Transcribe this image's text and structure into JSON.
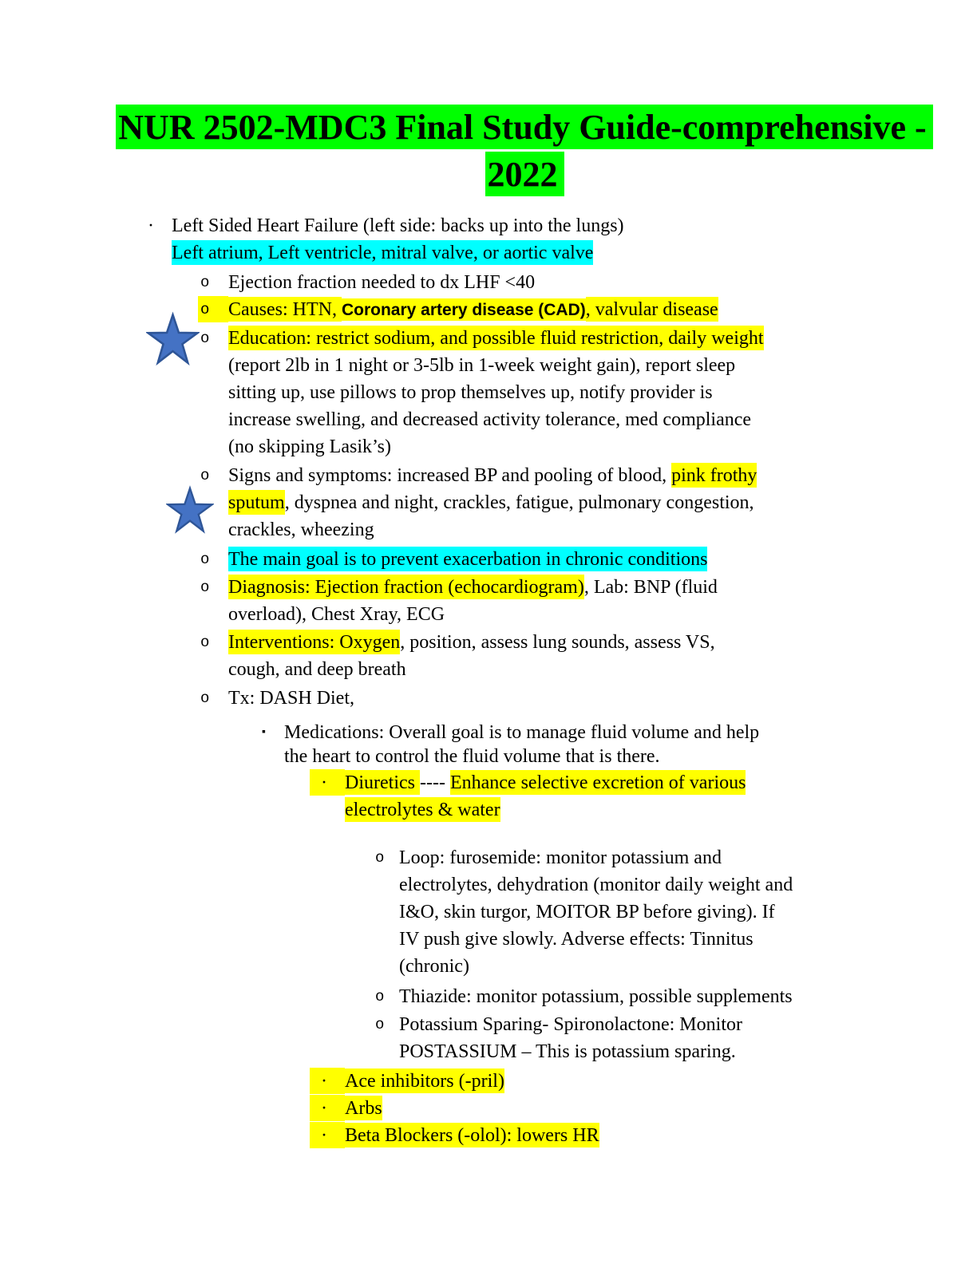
{
  "title": {
    "line1": "NUR 2502-MDC3 Final Study Guide-comprehensive -",
    "line2": "2022"
  },
  "colors": {
    "title_highlight": "#00ff00",
    "yellow_highlight": "#ffff00",
    "cyan_highlight": "#00ffff",
    "star_fill": "#4472c4",
    "star_border": "#2e5597",
    "text": "#000000",
    "page_background": "#ffffff"
  },
  "icons": {
    "star": "star-icon",
    "level1_bullet": "·",
    "level2_bullet": "o",
    "level3_bullet": "▪"
  },
  "blocks": [
    {
      "marker": "·",
      "lines": [
        {
          "segs": [
            "Left Sided Heart Failure (left side: backs up into the lungs)"
          ]
        },
        {
          "segs": [
            "Left atrium, Left ventricle, mitral valve, or aortic valve"
          ]
        }
      ]
    },
    {
      "marker": "o",
      "lines": [
        {
          "segs": [
            "Ejection fraction needed to dx LHF <40"
          ]
        }
      ]
    },
    {
      "marker": "o",
      "lines": [
        {
          "segs": [
            "Causes: HTN, ",
            "Coronary artery disease (CAD)",
            ", valvular disease"
          ]
        }
      ]
    },
    {
      "marker": "o",
      "lines": [
        {
          "segs": [
            "Education: restrict sodium, and possible fluid restriction, daily weight"
          ]
        },
        {
          "segs": [
            "(report 2lb in 1 night or 3-5lb in 1-week weight gain), report sleep"
          ]
        },
        {
          "segs": [
            "sitting up, use pillows to prop themselves up, notify provider is"
          ]
        },
        {
          "segs": [
            "increase swelling, and decreased activity tolerance, med compliance"
          ]
        },
        {
          "segs": [
            "(no skipping Lasik’s)"
          ]
        }
      ]
    },
    {
      "marker": "o",
      "lines": [
        {
          "segs": [
            "Signs and symptoms: increased BP and pooling of blood, ",
            "pink frothy"
          ]
        },
        {
          "segs": [
            "sputum",
            ", dyspnea and night, crackles, fatigue, pulmonary congestion,"
          ]
        },
        {
          "segs": [
            "crackles, wheezing"
          ]
        }
      ]
    },
    {
      "marker": "o",
      "lines": [
        {
          "segs": [
            "The main goal is to prevent exacerbation in chronic conditions"
          ]
        }
      ]
    },
    {
      "marker": "o",
      "lines": [
        {
          "segs": [
            "Diagnosis: Ejection fraction (echocardiogram)",
            ", Lab: BNP (fluid"
          ]
        },
        {
          "segs": [
            "overload), Chest Xray, ECG"
          ]
        }
      ]
    },
    {
      "marker": "o",
      "lines": [
        {
          "segs": [
            "Interventions: Oxygen",
            ", position, assess lung sounds, assess VS,"
          ]
        },
        {
          "segs": [
            "cough, and deep breath"
          ]
        }
      ]
    },
    {
      "marker": "o",
      "lines": [
        {
          "segs": [
            "Tx: DASH Diet,"
          ]
        }
      ]
    },
    {
      "marker": "▪",
      "lines": [
        {
          "segs": [
            "Medications: Overall goal is to manage fluid volume and help"
          ]
        },
        {
          "segs": [
            "the heart to control the fluid volume that is there."
          ]
        }
      ]
    },
    {
      "marker": "·",
      "lines": [
        {
          "segs": [
            "Diuretics ",
            " ---- ",
            "Enhance selective excretion of various"
          ]
        },
        {
          "segs": [
            "electrolytes & water"
          ]
        }
      ]
    },
    {
      "marker": "o",
      "lines": [
        {
          "segs": [
            "Loop: furosemide: monitor potassium and"
          ]
        },
        {
          "segs": [
            "electrolytes, dehydration (monitor daily weight and"
          ]
        },
        {
          "segs": [
            "I&O, skin turgor, MOITOR BP before giving). If"
          ]
        },
        {
          "segs": [
            "IV push give slowly. Adverse effects: Tinnitus"
          ]
        },
        {
          "segs": [
            "(chronic)"
          ]
        }
      ]
    },
    {
      "marker": "o",
      "lines": [
        {
          "segs": [
            "Thiazide: monitor potassium, possible supplements"
          ]
        }
      ]
    },
    {
      "marker": "o",
      "lines": [
        {
          "segs": [
            "Potassium Sparing- Spironolactone: Monitor"
          ]
        },
        {
          "segs": [
            "POSTASSIUM – This is potassium sparing."
          ]
        }
      ]
    },
    {
      "marker": "·",
      "lines": [
        {
          "segs": [
            "Ace inhibitors (-pril)"
          ]
        }
      ]
    },
    {
      "marker": "·",
      "lines": [
        {
          "segs": [
            "Arbs"
          ]
        }
      ]
    },
    {
      "marker": "·",
      "lines": [
        {
          "segs": [
            "Beta Blockers (-olol): lowers HR"
          ]
        }
      ]
    }
  ]
}
